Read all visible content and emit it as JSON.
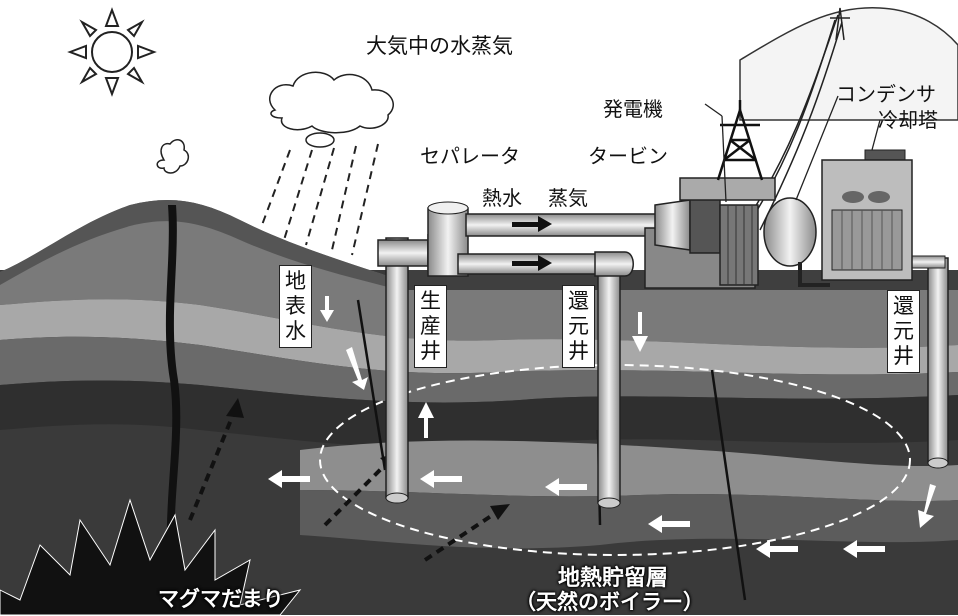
{
  "title": "大気中の水蒸気",
  "labels": {
    "generator": "発電機",
    "condenser": "コンデンサ",
    "cooling_tower": "冷却塔",
    "separator": "セパレータ",
    "turbine": "タービン",
    "hot_water": "熱水",
    "steam": "蒸気",
    "surface_water": [
      "地",
      "表",
      "水"
    ],
    "production_well": [
      "生",
      "産",
      "井"
    ],
    "reinjection_well_1": [
      "還",
      "元",
      "井"
    ],
    "reinjection_well_2": [
      "還",
      "元",
      "井"
    ],
    "magma_chamber": "マグマだまり",
    "reservoir_line1": "地熱貯留層",
    "reservoir_line2": "（天然のボイラー）"
  },
  "colors": {
    "ground_dark": "#3a3a3a",
    "ground_mid": "#6e6e6e",
    "ground_light": "#b9b9b9",
    "sky": "#ffffff",
    "pipe": "#d6d6d6"
  }
}
